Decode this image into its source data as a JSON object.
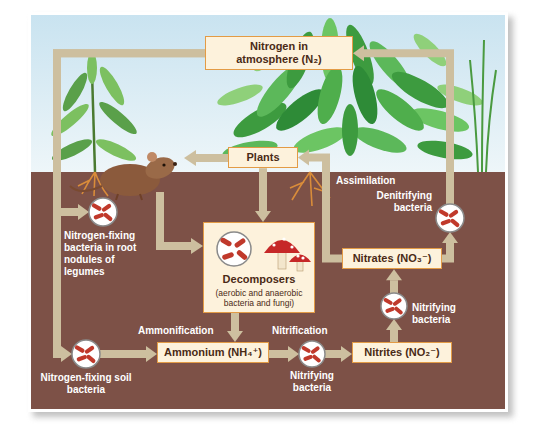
{
  "diagram": {
    "nodes": [
      {
        "text": [
          "Nitrogen in atmosphere (N₂)"
        ]
      },
      {
        "text": [
          "Plants"
        ]
      },
      {
        "text": [
          "Nitrogen-fixing bacteria in root nodules of legumes"
        ]
      },
      {
        "text": [
          "Denitrifying bacteria"
        ]
      },
      {
        "text": [
          "Decomposers",
          "(aerobic and anaerobic bacteria and fungi)"
        ]
      },
      {
        "text": [
          "Nitrates (NO₃⁻)"
        ]
      },
      {
        "text": [
          "Nitrifying bacteria"
        ]
      },
      {
        "text": [
          "Ammonium (NH₄⁺)"
        ]
      },
      {
        "text": [
          "Nitrites (NO₂⁻)"
        ]
      },
      {
        "text": [
          "Nitrogen-fixing soil bacteria"
        ]
      },
      {
        "text": [
          "Nitrifying bacteria"
        ]
      }
    ],
    "edges": [
      {
        "from": 0,
        "to": 2,
        "arrow": "to"
      },
      {
        "from": 0,
        "to": 9,
        "arrow": "to"
      },
      {
        "from": 9,
        "to": 7,
        "arrow": "to"
      },
      {
        "from": 1,
        "to": 4,
        "arrow": "to"
      },
      {
        "from": 4,
        "to": 7,
        "arrow": "to"
      },
      {
        "from": 7,
        "to": 10,
        "arrow": "to"
      },
      {
        "from": 10,
        "to": 8,
        "arrow": "to"
      },
      {
        "from": 8,
        "to": 6,
        "arrow": "to"
      },
      {
        "from": 6,
        "to": 5,
        "arrow": "to"
      },
      {
        "from": 5,
        "to": 1,
        "arrow": "to"
      },
      {
        "from": 5,
        "to": 3,
        "arrow": "to"
      },
      {
        "from": 3,
        "to": 0,
        "arrow": "to"
      }
    ],
    "labels": [
      "Assimilation",
      "Ammonification",
      "Nitrification"
    ]
  }
}
